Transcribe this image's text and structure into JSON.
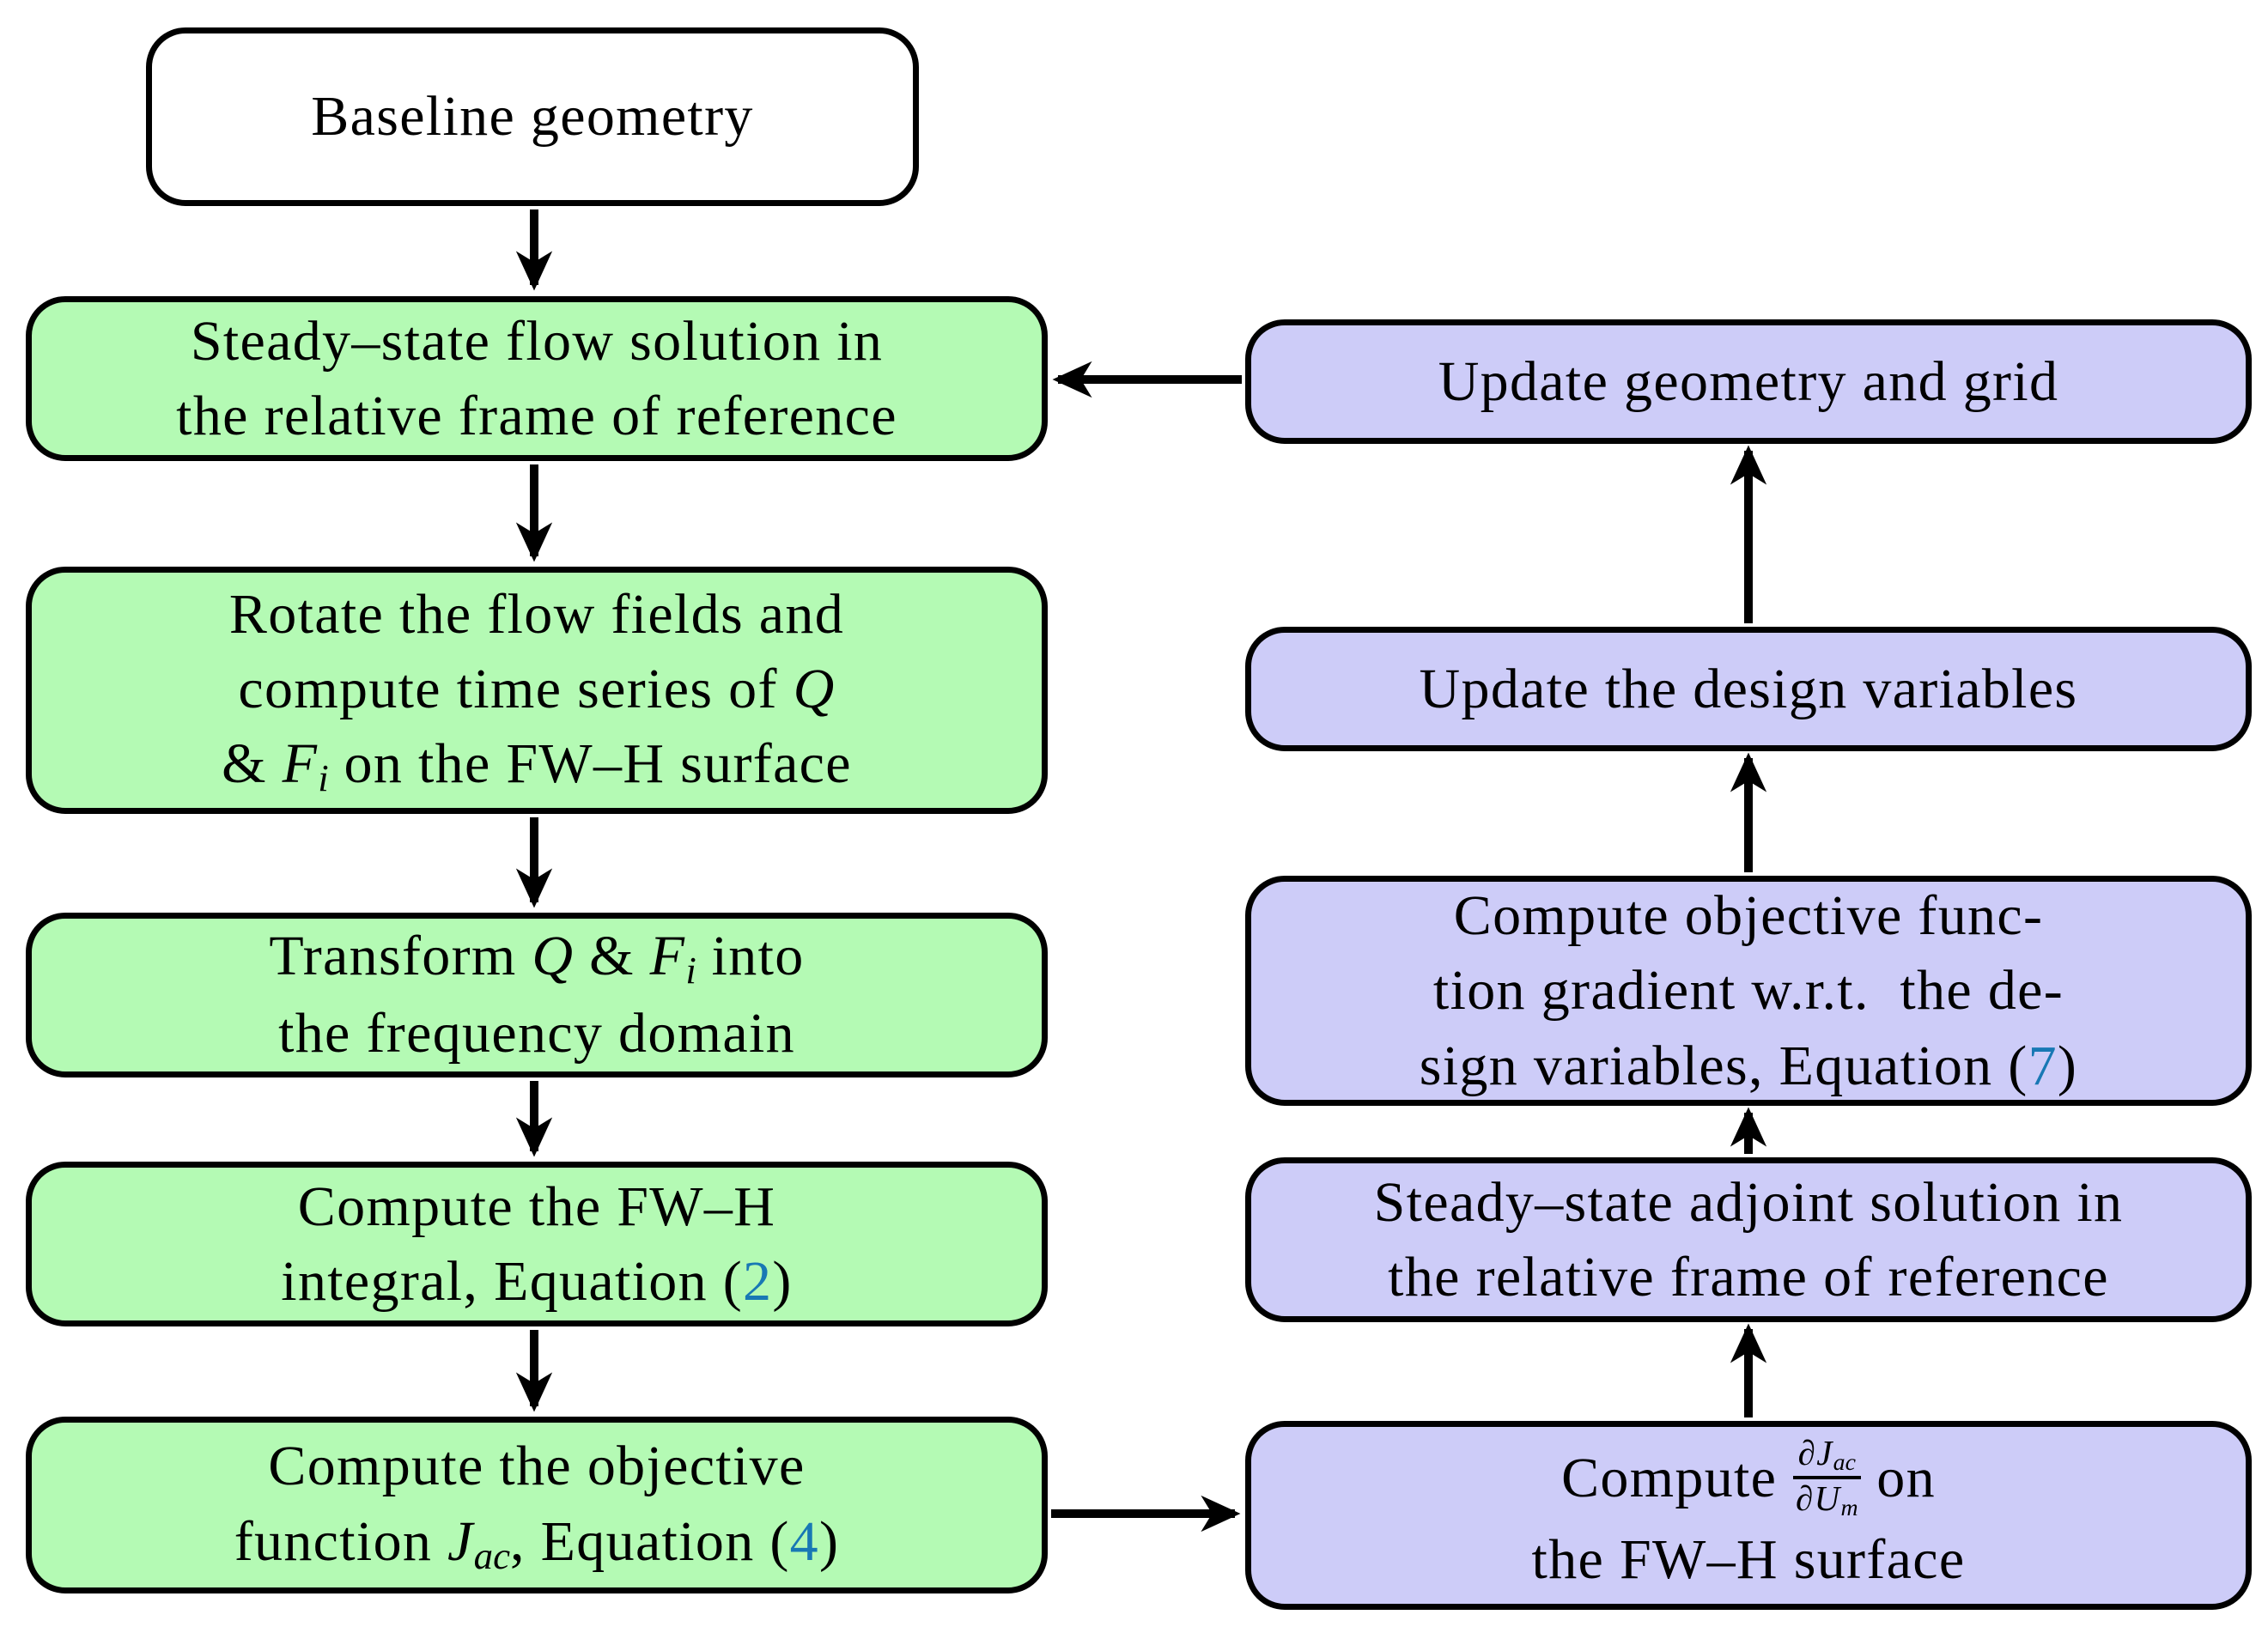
{
  "colors": {
    "node_green": "#b4fab4",
    "node_purple": "#cdccf8",
    "node_white": "#ffffff",
    "border_and_arrows": "#000000",
    "equation_link_blue": "#1878b4"
  },
  "nodes": {
    "baseline": {
      "label": "Baseline geometry"
    },
    "flow_solution": {
      "l1": "Steady–state flow solution in",
      "l2": "the relative frame of reference"
    },
    "rotate": {
      "l1": "Rotate the flow fields and",
      "l2_text": "compute time series of ",
      "l2_q": "Q",
      "l3_amp": "& ",
      "l3_f": "F",
      "l3_sub": "i",
      "l3_text": " on the FW–H surface"
    },
    "transform": {
      "l1_pre": "Transform ",
      "l1_q": "Q",
      "l1_amp": " & ",
      "l1_f": "F",
      "l1_sub": "i",
      "l1_post": " into",
      "l2": "the frequency domain"
    },
    "fwh_integral": {
      "l1": "Compute the FW–H",
      "l2_pre": "integral, Equation (",
      "eq_num": "2",
      "l2_post": ")"
    },
    "objective": {
      "l1": "Compute the objective",
      "l2_pre": "function ",
      "l2_j": "J",
      "l2_sub": "ac",
      "l2_mid": ", Equation (",
      "eq_num": "4",
      "l2_post": ")"
    },
    "update_geometry": {
      "label": "Update geometry and grid"
    },
    "update_design": {
      "label": "Update the design variables"
    },
    "gradient": {
      "l1": "Compute objective func-",
      "l2": "tion gradient w.r.t.  the de-",
      "l3_pre": "sign variables, Equation (",
      "eq_num": "7",
      "l3_post": ")"
    },
    "adjoint": {
      "l1": "Steady–state adjoint solution in",
      "l2": "the relative frame of reference"
    },
    "compute_djdu": {
      "l1_pre": "Compute",
      "num_d": "∂",
      "num_j": "J",
      "num_sub": "ac",
      "den_d": "∂",
      "den_u": "U",
      "den_sub": "m",
      "l1_post": "on",
      "l2": "the FW–H surface"
    }
  }
}
